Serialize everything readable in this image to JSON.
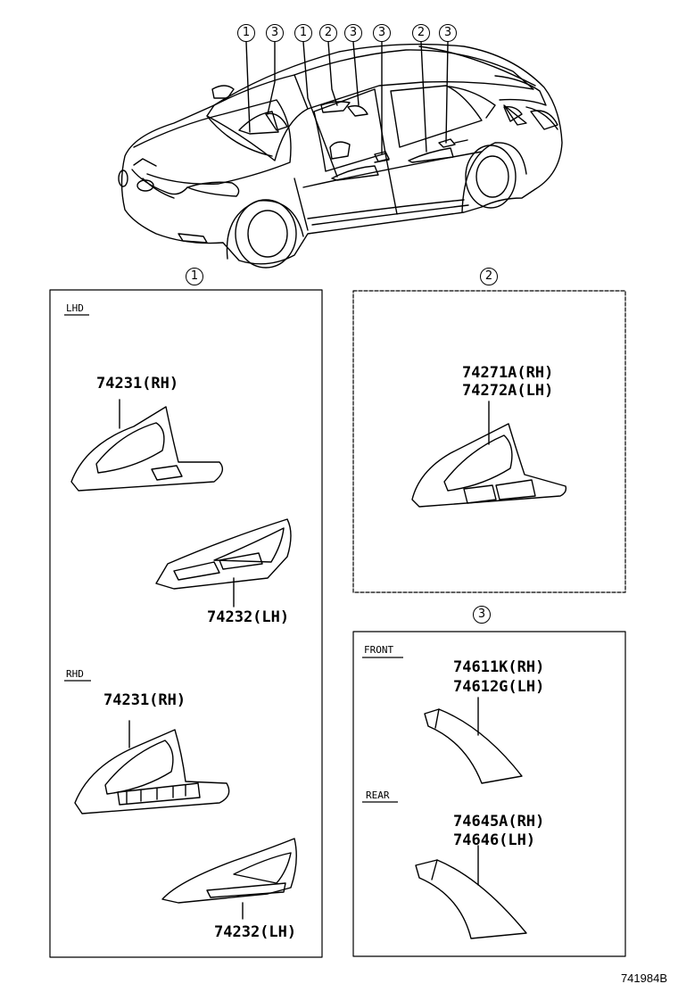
{
  "callouts": {
    "top": [
      "1",
      "3",
      "1",
      "2",
      "3",
      "3",
      "2",
      "3"
    ],
    "panel1": "1",
    "panel2": "2",
    "panel3": "3"
  },
  "panel1": {
    "lhd": {
      "title": "LHD",
      "part_rh": "74231(RH)",
      "part_lh": "74232(LH)"
    },
    "rhd": {
      "title": "RHD",
      "part_rh": "74231(RH)",
      "part_lh": "74232(LH)"
    }
  },
  "panel2": {
    "part_line1": "74271A(RH)",
    "part_line2": "74272A(LH)"
  },
  "panel3": {
    "front": {
      "title": "FRONT",
      "part_line1": "74611K(RH)",
      "part_line2": "74612G(LH)"
    },
    "rear": {
      "title": "REAR",
      "part_line1": "74645A(RH)",
      "part_line2": "74646(LH)"
    }
  },
  "illustration_code": "741984B"
}
